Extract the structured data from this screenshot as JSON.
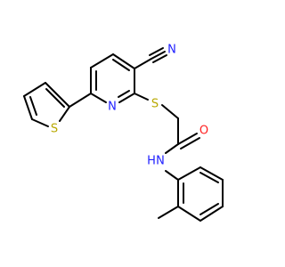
{
  "molecule": {
    "atoms": {
      "nitrile_n": {
        "text": "N",
        "color": "#1f1fff"
      },
      "pyridine_n": {
        "text": "N",
        "color": "#1f1fff"
      },
      "thioether_s": {
        "text": "S",
        "color": "#b8a800"
      },
      "thiophene_s": {
        "text": "S",
        "color": "#b8a800"
      },
      "carbonyl_o": {
        "text": "O",
        "color": "#ff1f1f"
      },
      "amide_nh": {
        "text": "N",
        "color": "#1f1fff"
      },
      "amide_h": {
        "text": "H",
        "color": "#1f1fff"
      }
    },
    "bond_color": "#000000"
  }
}
